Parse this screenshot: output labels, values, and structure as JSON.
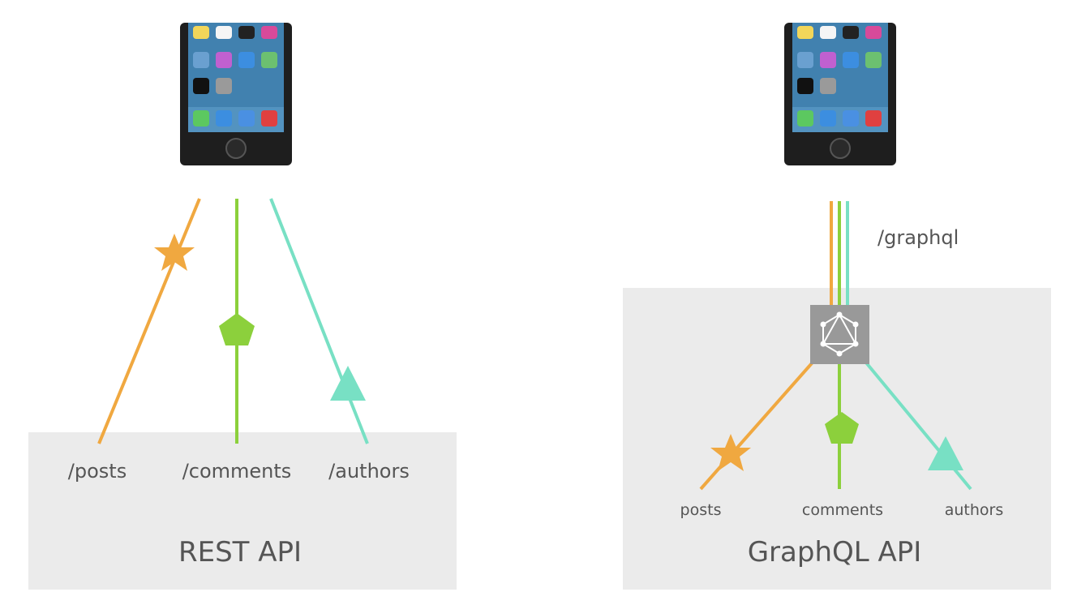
{
  "rest": {
    "endpoints": [
      "/posts",
      "/comments",
      "/authors"
    ],
    "title": "REST API"
  },
  "graphql": {
    "endpoint": "/graphql",
    "fields": [
      "posts",
      "comments",
      "authors"
    ],
    "title": "GraphQL API"
  },
  "colors": {
    "posts": "#F0A840",
    "comments": "#8CD03C",
    "authors": "#78E0C4",
    "box": "#EBEBEB",
    "hub": "#999999",
    "text": "#555555"
  },
  "icons": {
    "phone": "smartphone-icon",
    "posts": "star-icon",
    "comments": "pentagon-icon",
    "authors": "triangle-icon",
    "hub": "graphql-logo-icon"
  }
}
